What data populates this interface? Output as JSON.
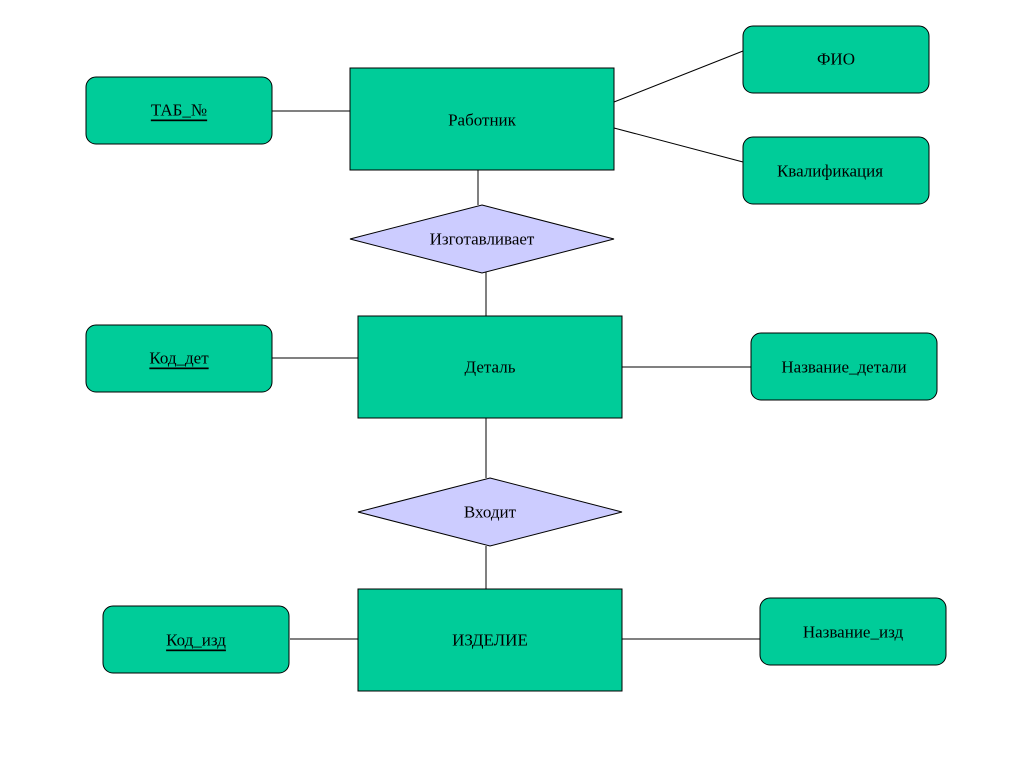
{
  "entities": {
    "worker": "Работник",
    "part": "Деталь",
    "product": "ИЗДЕЛИЕ"
  },
  "relationships": {
    "manufactures": "Изготавливает",
    "belongs_to": "Входит"
  },
  "attributes": {
    "tab_no": "ТАБ_№",
    "full_name": "ФИО",
    "qualification": "Квалификация",
    "part_code": "Код_дет",
    "part_name": "Название_детали",
    "product_code": "Код_изд",
    "product_name": "Название_изд"
  },
  "colors": {
    "entity_fill": "#00cc99",
    "attribute_fill": "#00cc99",
    "relationship_fill": "#ccccff",
    "line": "#000000"
  }
}
